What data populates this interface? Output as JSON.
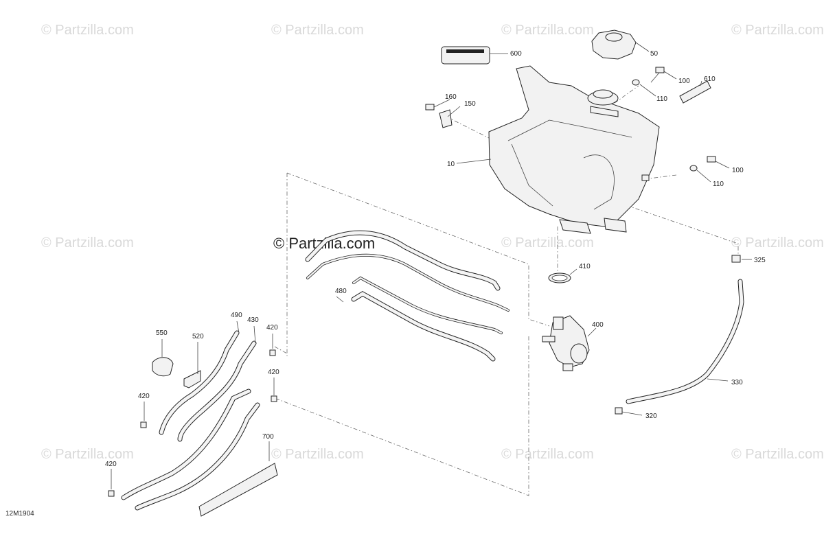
{
  "watermark": {
    "text": "© Partzilla.com",
    "main_text": "© Partzilla.com"
  },
  "diagram_code": "12M1904",
  "callouts": {
    "c600": "600",
    "c50": "50",
    "c100a": "100",
    "c610": "610",
    "c110a": "110",
    "c160": "160",
    "c150": "150",
    "c10": "10",
    "c100b": "100",
    "c110b": "110",
    "c325": "325",
    "c410": "410",
    "c480": "480",
    "c400": "400",
    "c490": "490",
    "c430": "430",
    "c420a": "420",
    "c550": "550",
    "c520": "520",
    "c420b": "420",
    "c420c": "420",
    "c330": "330",
    "c320": "320",
    "c700": "700",
    "c420d": "420"
  },
  "icons": {
    "tank": "fuel-tank-icon",
    "cap": "filler-cap-icon",
    "pump": "fuel-pump-icon"
  }
}
